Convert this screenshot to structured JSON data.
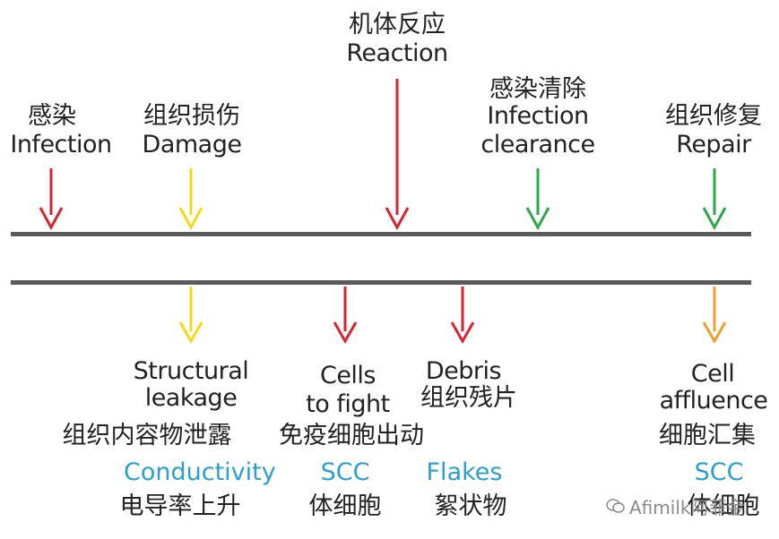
{
  "colors": {
    "red": "#d9232e",
    "yellow": "#f5d816",
    "green": "#2ca84a",
    "orange": "#f0a02a",
    "line": "#5a5a5a",
    "blue_text": "#2a9fd0"
  },
  "top": {
    "infection": {
      "zh": "感染",
      "en": "Infection",
      "arrow_color": "red"
    },
    "damage": {
      "zh": "组织损伤",
      "en": "Damage",
      "arrow_color": "yellow"
    },
    "reaction": {
      "zh": "机体反应",
      "en": "Reaction",
      "arrow_color": "red"
    },
    "clearance": {
      "zh": "感染清除",
      "en1": "Infection",
      "en2": "clearance",
      "arrow_color": "green"
    },
    "repair": {
      "zh": "组织修复",
      "en": "Repair",
      "arrow_color": "green"
    }
  },
  "bottom": {
    "structural": {
      "en1": "Structural",
      "en2": "leakage",
      "zh": "组织内容物泄露",
      "blue": "Conductivity",
      "zh2": "电导率上升",
      "arrow_color": "yellow"
    },
    "cells": {
      "en1": "Cells",
      "en2": "to fight",
      "zh": "免疫细胞出动",
      "blue": "SCC",
      "zh2": "体细胞",
      "arrow_color": "red"
    },
    "debris": {
      "en": "Debris",
      "zh": "组织残片",
      "blue": "Flakes",
      "zh2": "絮状物",
      "arrow_color": "red"
    },
    "affluence": {
      "en1": "Cell",
      "en2": "affluence",
      "zh": "细胞汇集",
      "blue": "SCC",
      "zh2": "体细胞",
      "arrow_color": "orange"
    }
  },
  "watermark": {
    "text": "Afimilk阿菲金",
    "icon": "wechat-icon"
  }
}
